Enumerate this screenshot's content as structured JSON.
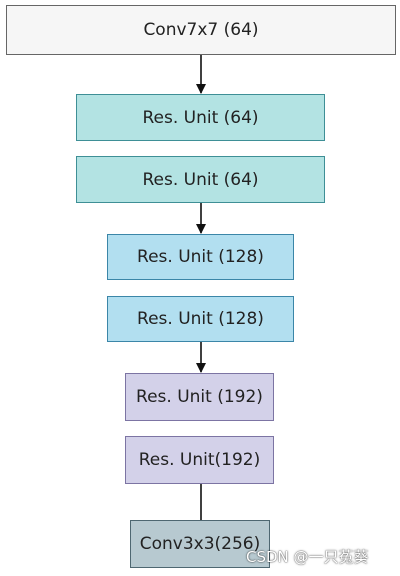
{
  "diagram": {
    "nodes": [
      {
        "label": "Conv7x7 (64)",
        "fill": "#f6f6f6",
        "stroke": "#666666"
      },
      {
        "label": "Res. Unit (64)",
        "fill": "#b3e3e3",
        "stroke": "#3e8f96"
      },
      {
        "label": "Res. Unit (64)",
        "fill": "#b3e3e3",
        "stroke": "#3e8f96"
      },
      {
        "label": "Res. Unit (128)",
        "fill": "#b2dff0",
        "stroke": "#3b86a8"
      },
      {
        "label": "Res. Unit (128)",
        "fill": "#b2dff0",
        "stroke": "#3b86a8"
      },
      {
        "label": "Res. Unit (192)",
        "fill": "#d3d1e9",
        "stroke": "#7c74a3"
      },
      {
        "label": "Res. Unit(192)",
        "fill": "#d3d1e9",
        "stroke": "#7c74a3"
      },
      {
        "label": "Conv3x3(256)",
        "fill": "#b7c9d0",
        "stroke": "#4e6771"
      }
    ],
    "edges": [
      {
        "from": 0,
        "to": 1,
        "arrowhead": true
      },
      {
        "from": 2,
        "to": 3,
        "arrowhead": true
      },
      {
        "from": 4,
        "to": 5,
        "arrowhead": true
      },
      {
        "from": 6,
        "to": 7,
        "arrowhead": false
      }
    ],
    "edge_color": "#111111"
  },
  "watermark": "CSDN @一只菟葵"
}
